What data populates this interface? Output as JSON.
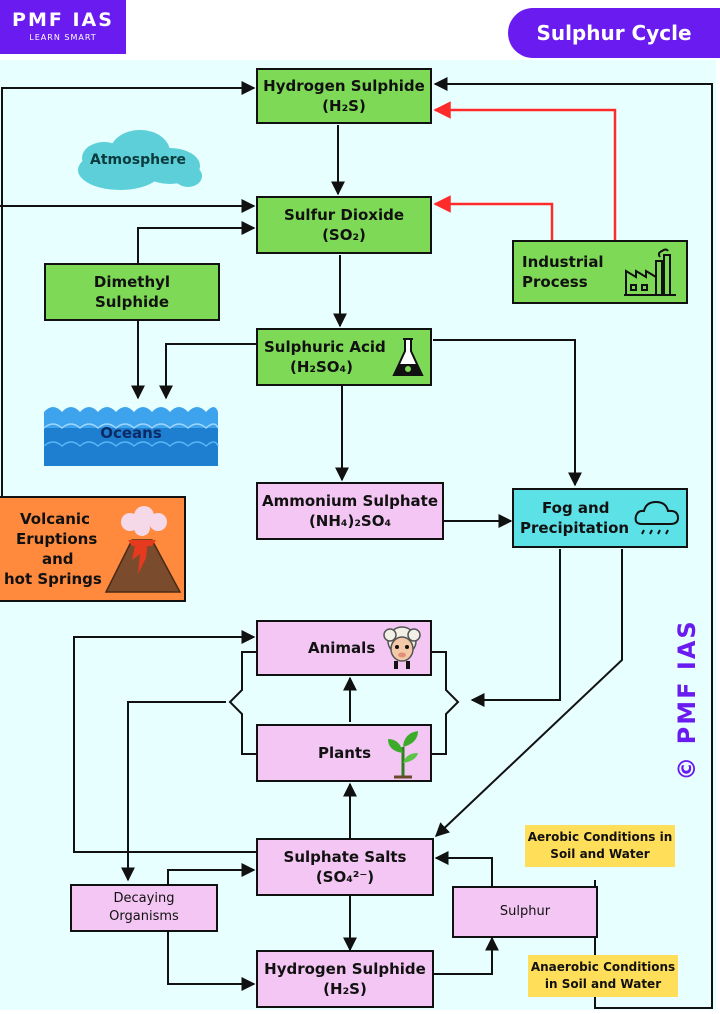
{
  "logo": {
    "name": "PMF IAS",
    "tagline": "LEARN SMART"
  },
  "title": "Sulphur Cycle",
  "watermark": "© PMF IAS",
  "nodes": {
    "h2s_top": {
      "line1": "Hydrogen Sulphide",
      "line2": "(H₂S)"
    },
    "so2": {
      "line1": "Sulfur Dioxide",
      "line2": "(SO₂)"
    },
    "dms": {
      "line1": "Dimethyl",
      "line2": "Sulphide"
    },
    "industrial": {
      "line1": "Industrial",
      "line2": "Process"
    },
    "atmosphere": "Atmosphere",
    "oceans": "Oceans",
    "h2so4": {
      "line1": "Sulphuric Acid",
      "line2": "(H₂SO₄)"
    },
    "ammonium": {
      "line1": "Ammonium Sulphate",
      "line2": "(NH₄)₂SO₄"
    },
    "fog": {
      "line1": "Fog and",
      "line2": "Precipitation"
    },
    "volcanic": {
      "line1": "Volcanic",
      "line2": "Eruptions",
      "line3": "and",
      "line4": "hot Springs"
    },
    "animals": "Animals",
    "plants": "Plants",
    "sulphate_salts": {
      "line1": "Sulphate Salts",
      "line2": "(SO₄²⁻)"
    },
    "decaying": {
      "line1": "Decaying",
      "line2": "Organisms"
    },
    "sulphur": "Sulphur",
    "h2s_bottom": {
      "line1": "Hydrogen Sulphide",
      "line2": "(H₂S)"
    }
  },
  "notes": {
    "aerobic": {
      "line1": "Aerobic Conditions in",
      "line2": "Soil and Water"
    },
    "anaerobic": {
      "line1": "Anaerobic Conditions",
      "line2": "in Soil and Water"
    }
  },
  "colors": {
    "green": "#7ed957",
    "pink": "#f3c6f3",
    "cyan": "#5ce1e6",
    "orange": "#ff8a3d",
    "purple": "#6a1bf0",
    "yellow": "#ffde59",
    "background": "#e8ffff",
    "red_arrow": "#ff2a2a"
  }
}
